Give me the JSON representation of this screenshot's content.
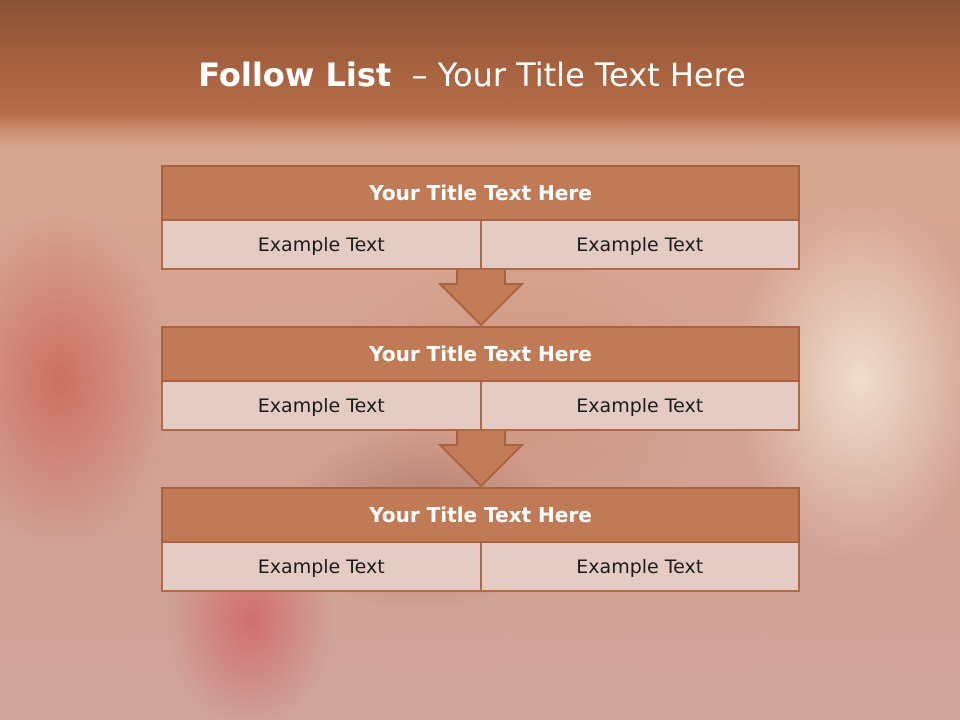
{
  "slide": {
    "title_bold": "Follow List",
    "title_rest": "  – Your Title Text Here"
  },
  "blocks": [
    {
      "title": "Your Title Text Here",
      "left": "Example Text",
      "right": "Example Text"
    },
    {
      "title": "Your Title Text Here",
      "left": "Example Text",
      "right": "Example Text"
    },
    {
      "title": "Your Title Text Here",
      "left": "Example Text",
      "right": "Example Text"
    }
  ],
  "colors": {
    "header": "#a7623f",
    "block_title_fill": "#c07a55",
    "cell_fill": "#e4ccc5",
    "arrow_fill": "#c27d58"
  }
}
